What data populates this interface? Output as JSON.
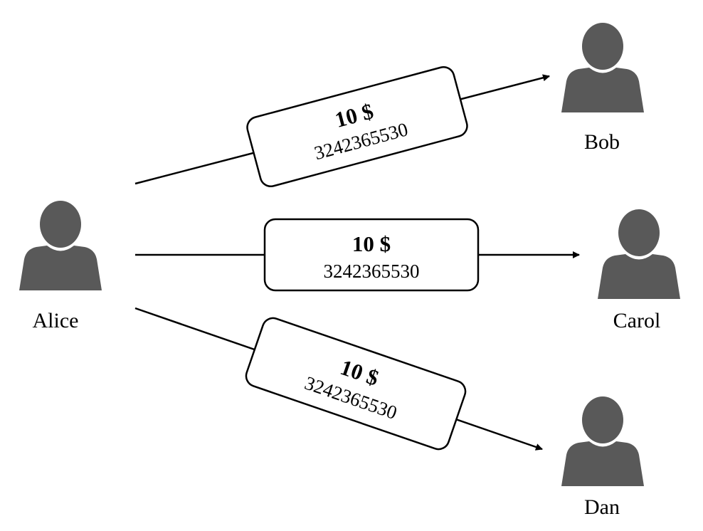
{
  "colors": {
    "person_fill": "#595959",
    "line": "#000000",
    "background": "#ffffff"
  },
  "icons": {
    "person": "user-icon"
  },
  "people": {
    "sender": {
      "name": "Alice"
    },
    "recipients": [
      {
        "name": "Bob"
      },
      {
        "name": "Carol"
      },
      {
        "name": "Dan"
      }
    ]
  },
  "transactions": [
    {
      "to": "Bob",
      "amount": "10 $",
      "id": "3242365530"
    },
    {
      "to": "Carol",
      "amount": "10 $",
      "id": "3242365530"
    },
    {
      "to": "Dan",
      "amount": "10 $",
      "id": "3242365530"
    }
  ]
}
